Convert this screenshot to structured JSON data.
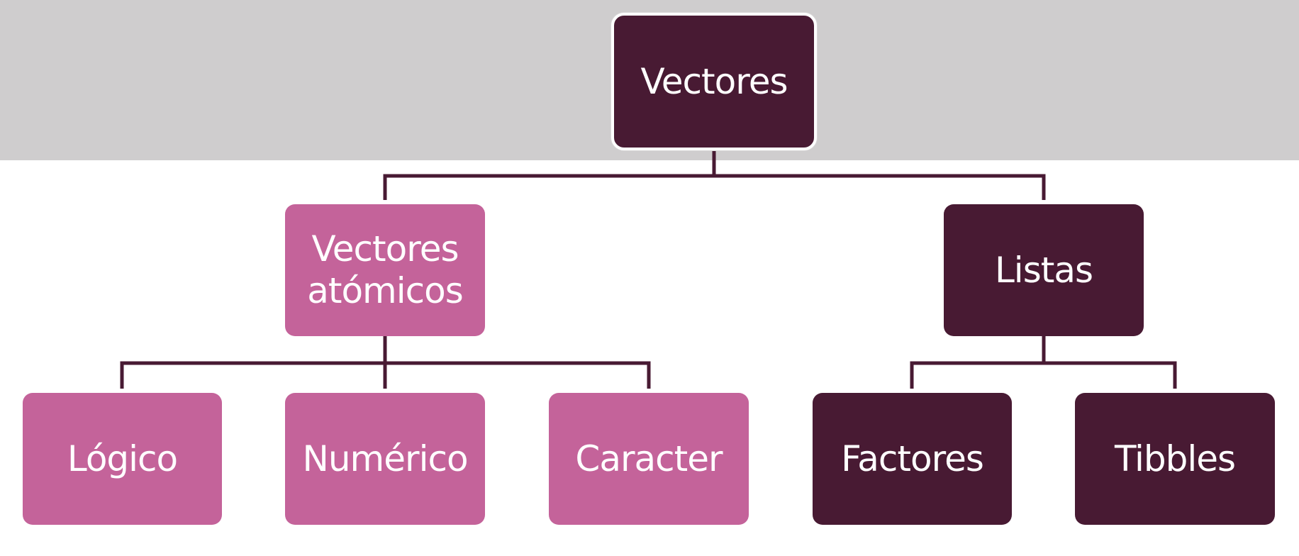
{
  "diagram": {
    "colors": {
      "dark": "#481a33",
      "pink": "#c4639a",
      "band": "#cfcdce",
      "line": "#481a33"
    },
    "nodes": {
      "root": {
        "label": "Vectores"
      },
      "atomic": {
        "label_line1": "Vectores",
        "label_line2": "atómicos"
      },
      "lists": {
        "label": "Listas"
      },
      "logical": {
        "label": "Lógico"
      },
      "numeric": {
        "label": "Numérico"
      },
      "character": {
        "label": "Caracter"
      },
      "factors": {
        "label": "Factores"
      },
      "tibbles": {
        "label": "Tibbles"
      }
    }
  }
}
